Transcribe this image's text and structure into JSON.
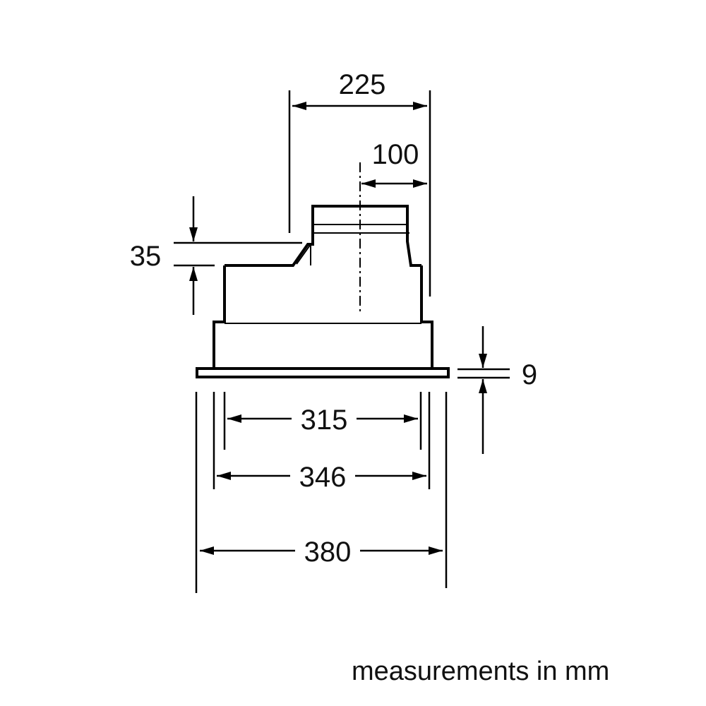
{
  "dimensions": {
    "width_outer": "380",
    "width_middle": "346",
    "width_inner": "315",
    "offset_top": "225",
    "offset_axis": "100",
    "height_step": "35",
    "flange_thickness": "9"
  },
  "caption": "measurements in mm"
}
